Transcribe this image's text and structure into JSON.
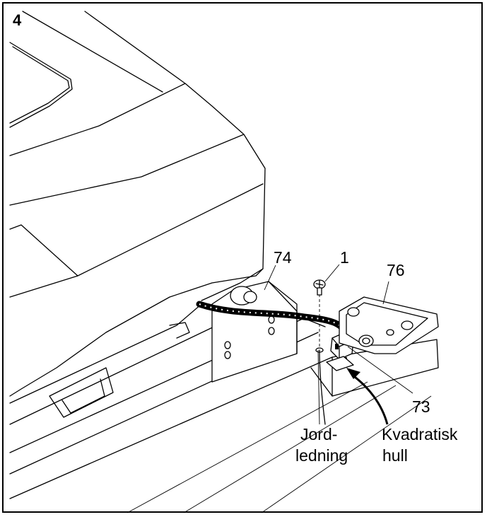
{
  "figure": {
    "step_number": "4",
    "callouts": {
      "part_74": "74",
      "part_1": "1",
      "part_76": "76",
      "part_73": "73"
    },
    "labels": {
      "ground_wire_line1": "Jord-",
      "ground_wire_line2": "ledning",
      "square_hole_line1": "Kvadratisk",
      "square_hole_line2": "hull"
    }
  }
}
